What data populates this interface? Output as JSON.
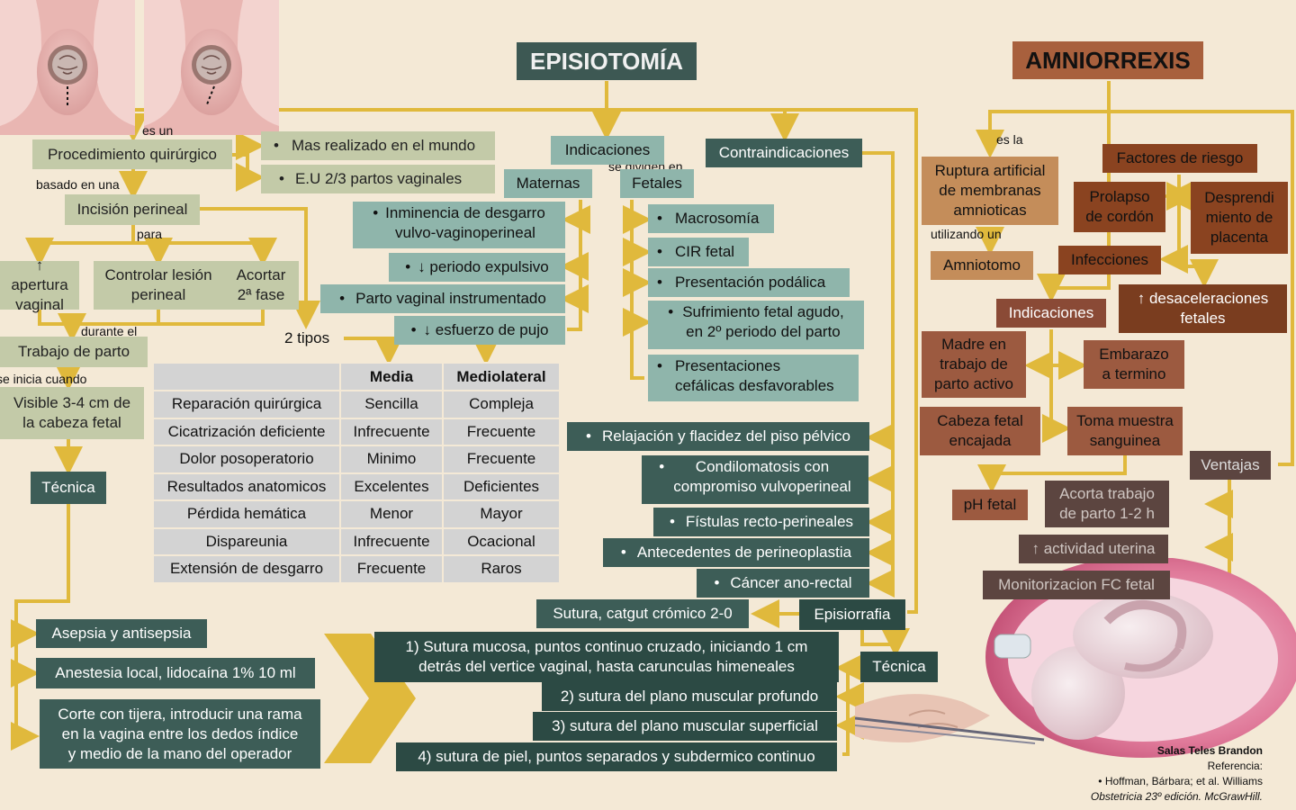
{
  "titles": {
    "episiotomia": "EPISIOTOMÍA",
    "amniorrexis": "AMNIORREXIS"
  },
  "connector_labels": {
    "es_un": "es un",
    "basado_en_una": "basado en una",
    "para": "para",
    "durante_el": "durante el",
    "se_inicia_cuando": "se inicia cuando",
    "dos_tipos": "2 tipos",
    "se_dividen_en": "se dividen en",
    "es_la": "es la",
    "utilizando_un": "utilizando un"
  },
  "episiotomia": {
    "procedimiento": "Procedimiento quirúrgico",
    "facts": [
      "Mas realizado en el mundo",
      "E.U 2/3 partos vaginales"
    ],
    "incision": "Incisión perineal",
    "objetivos": [
      "↑ apertura\nvaginal",
      "Controlar lesión\nperineal",
      "Acortar\n2ª fase"
    ],
    "trabajo_parto": "Trabajo de parto",
    "visible": "Visible 3-4 cm de\nla cabeza fetal",
    "tecnica": "Técnica",
    "pasos_tecnica": [
      "Asepsia y antisepsia",
      "Anestesia local, lidocaína 1% 10 ml",
      "Corte con tijera, introducir una rama\nen la vagina entre los dedos índice\ny medio de la mano del operador"
    ],
    "indicaciones": "Indicaciones",
    "maternas": "Maternas",
    "fetales": "Fetales",
    "indic_maternas": [
      "Inminencia de desgarro\nvulvo-vaginoperineal",
      "↓ periodo expulsivo",
      "Parto vaginal instrumentado",
      "↓ esfuerzo de pujo"
    ],
    "indic_fetales": [
      "Macrosomía",
      "CIR fetal",
      "Presentación podálica",
      "Sufrimiento fetal agudo,\nen 2º periodo del parto",
      "Presentaciones\ncefálicas desfavorables"
    ],
    "contraindicaciones": "Contraindicaciones",
    "contra_items": [
      "Relajación y flacidez del piso pélvico",
      "Condilomatosis con\ncompromiso vulvoperineal",
      "Fístulas recto-perineales",
      "Antecedentes de perineoplastia",
      "Cáncer ano-rectal"
    ],
    "episiorrafia": "Episiorrafia",
    "sutura": "Sutura, catgut crómico 2-0",
    "tecnica2": "Técnica",
    "pasos_sutura": [
      "1) Sutura mucosa, puntos continuo cruzado, iniciando 1 cm\ndetrás del vertice vaginal, hasta carunculas himeneales",
      "2) sutura del plano muscular profundo",
      "3) sutura del plano muscular superficial",
      "4) sutura de piel, puntos separados y subdermico continuo"
    ],
    "tabla": {
      "headers": [
        "",
        "Media",
        "Mediolateral"
      ],
      "rows": [
        [
          "Reparación quirúrgica",
          "Sencilla",
          "Compleja"
        ],
        [
          "Cicatrización deficiente",
          "Infrecuente",
          "Frecuente"
        ],
        [
          "Dolor posoperatorio",
          "Minimo",
          "Frecuente"
        ],
        [
          "Resultados anatomicos",
          "Excelentes",
          "Deficientes"
        ],
        [
          "Pérdida hemática",
          "Menor",
          "Mayor"
        ],
        [
          "Dispareunia",
          "Infrecuente",
          "Ocacional"
        ],
        [
          "Extensión de desgarro",
          "Frecuente",
          "Raros"
        ]
      ]
    }
  },
  "amniorrexis": {
    "ruptura": "Ruptura artificial\nde membranas\namnioticas",
    "amniotomo": "Amniotomo",
    "factores": "Factores de riesgo",
    "prolapso": "Prolapso\nde cordón",
    "desprendimiento": "Desprendi\nmiento de\nplacenta",
    "infecciones": "Infecciones",
    "desaceleraciones": "↑ desaceleraciones\nfetales",
    "indicaciones": "Indicaciones",
    "madre": "Madre en\ntrabajo de\nparto activo",
    "embarazo": "Embarazo\na termino",
    "cabeza": "Cabeza fetal\nencajada",
    "toma": "Toma muestra\nsanguinea",
    "ph": "pH fetal",
    "ventajas": "Ventajas",
    "ventajas_items": [
      "Acorta trabajo\nde parto 1-2 h",
      "↑ actividad uterina",
      "Monitorizacion FC fetal"
    ]
  },
  "credits": {
    "author": "Salas Teles Brandon",
    "ref_label": "Referencia:",
    "ref_line1": "•   Hoffman, Bárbara; et al. Williams",
    "ref_line2": "Obstetricia 23º edición. McGrawHill."
  },
  "colors": {
    "connector": "#e0b93c",
    "background": "#f4e9d6"
  }
}
